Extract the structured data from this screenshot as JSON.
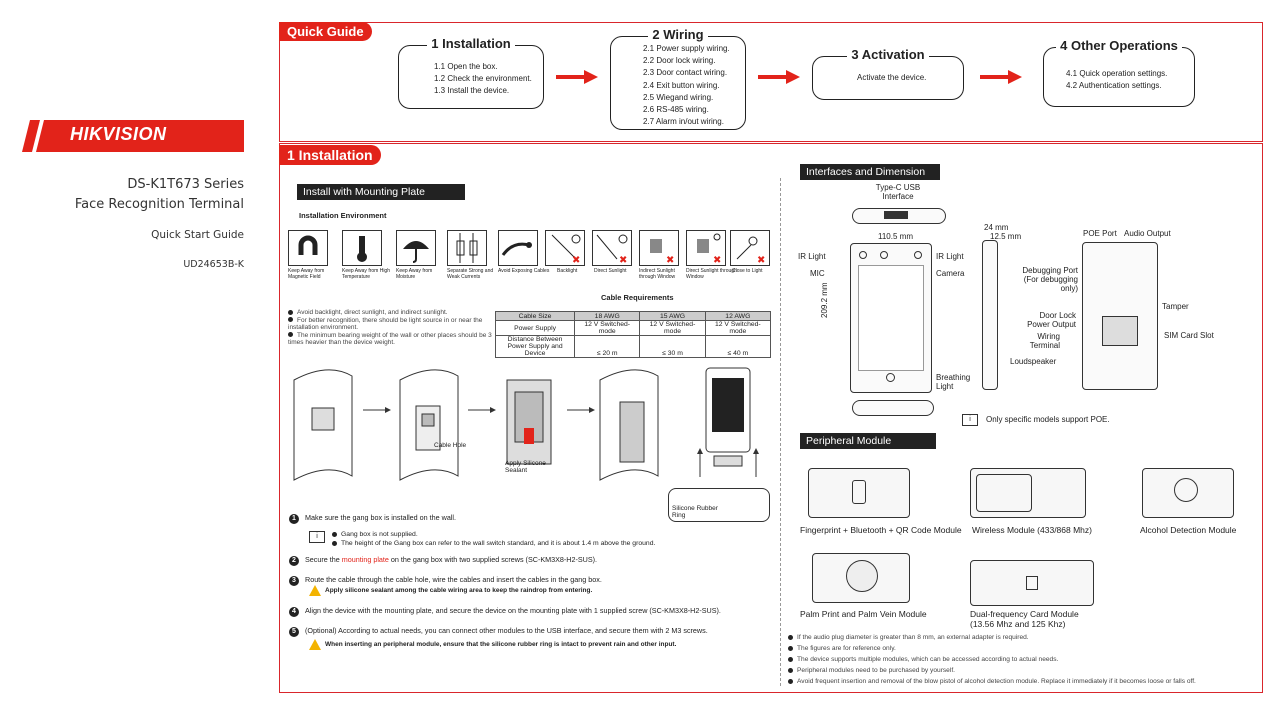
{
  "brand": {
    "logo_text": "HIKVISION",
    "color": "#e2231a",
    "series": "DS-K1T673 Series",
    "product": "Face Recognition Terminal",
    "guide": "Quick Start Guide",
    "doc_id": "UD24653B-K"
  },
  "quick_guide": {
    "tag": "Quick Guide",
    "steps": [
      {
        "title": "1 Installation",
        "items": [
          "1.1 Open the box.",
          "1.2 Check the environment.",
          "1.3 Install the device."
        ]
      },
      {
        "title": "2 Wiring",
        "items": [
          "2.1 Power supply wiring.",
          "2.2 Door lock wiring.",
          "2.3 Door contact wiring.",
          "2.4 Exit button wiring.",
          "2.5 Wiegand wiring.",
          "2.6 RS-485 wiring.",
          "2.7 Alarm in/out wiring."
        ]
      },
      {
        "title": "3 Activation",
        "items": [
          "Activate the device."
        ]
      },
      {
        "title": "4 Other Operations",
        "items": [
          "4.1 Quick operation settings.",
          "4.2 Authentication settings."
        ]
      }
    ]
  },
  "installation": {
    "tag": "1 Installation",
    "mount_header": "Install with Mounting Plate",
    "env_title": "Installation Environment",
    "env_icons": [
      {
        "icon": "magnet-icon",
        "label": "Keep Away from Magnetic Field"
      },
      {
        "icon": "thermometer-icon",
        "label": "Keep Away from High Temperature"
      },
      {
        "icon": "umbrella-icon",
        "label": "Keep Away from Moisture"
      },
      {
        "icon": "wire-icon",
        "label": "Separate Strong and Weak Currents"
      },
      {
        "icon": "cable-icon",
        "label": "Avoid Exposing Cables"
      },
      {
        "icon": "backlight-icon",
        "label": "Backlight"
      },
      {
        "icon": "sun-icon",
        "label": "Direct Sunlight"
      },
      {
        "icon": "window-icon",
        "label": "Indirect Sunlight through Window"
      },
      {
        "icon": "window-sun-icon",
        "label": "Direct Sunlight through Window"
      },
      {
        "icon": "light-icon",
        "label": "Close to Light"
      }
    ],
    "env_notes": [
      "Avoid backlight, direct sunlight, and indirect sunlight.",
      "For better recognition, there should be light source in or near the installation environment.",
      "The minimum bearing weight of the wall or other places should be 3 times heavier than the device weight."
    ],
    "cable_table": {
      "title": "Cable Requirements",
      "headers": [
        "Cable Size",
        "18 AWG",
        "15 AWG",
        "12 AWG"
      ],
      "row1": [
        "Power Supply",
        "12 V Switched-mode",
        "12 V Switched-mode",
        "12 V Switched-mode"
      ],
      "row2_label_a": "Distance Between",
      "row2_label_b": "Power Supply and Device",
      "row2": [
        "≤  20 m",
        "≤  30 m",
        "≤  40 m"
      ]
    },
    "diagram_labels": {
      "cable_hole": "Cable Hole",
      "apply_sealant": "Apply Silicone Sealant",
      "rubber_ring": "Silicone Rubber Ring"
    },
    "steps": {
      "s1": "Make sure the gang box is installed on the wall.",
      "s1_note_a": "Gang box is not supplied.",
      "s1_note_b": "The height of the Gang box can refer to the wall switch standard, and it is about 1.4 m above the ground.",
      "s2_a": "Secure the ",
      "s2_b": "mounting plate",
      "s2_c": " on the gang box with two supplied screws (SC-KM3X8-H2-SUS).",
      "s3": "Route the cable through the cable hole, wire the cables and insert the cables in the gang box.",
      "s3_warn": "Apply silicone sealant among the cable wiring area to keep the raindrop from entering.",
      "s4": "Align the device with the mounting plate, and secure the device on the mounting plate with 1 supplied screw (SC-KM3X8-H2-SUS).",
      "s5": "(Optional) According to actual needs, you can connect other modules to the USB interface, and secure them with 2 M3 screws.",
      "s5_warn": "When inserting an peripheral module, ensure that the silicone rubber ring is intact to prevent rain and other input."
    }
  },
  "interfaces": {
    "header": "Interfaces and Dimension",
    "labels": {
      "typec": "Type-C USB Interface",
      "width": "110.5 mm",
      "height": "209.2 mm",
      "depth1": "24 mm",
      "depth2": "12.5 mm",
      "ir_left": "IR Light",
      "ir_right": "IR Light",
      "mic": "MIC",
      "camera": "Camera",
      "breathing": "Breathing Light",
      "loudspeaker": "Loudspeaker",
      "poe": "POE Port",
      "audio": "Audio Output",
      "debug": "Debugging Port (For debugging only)",
      "tamper": "Tamper",
      "doorlock": "Door Lock Power Output",
      "wiring": "Wiring Terminal",
      "sim": "SIM Card Slot"
    },
    "poe_note": "Only specific models support POE."
  },
  "peripheral": {
    "header": "Peripheral Module",
    "modules": [
      "Fingerprint + Bluetooth + QR Code Module",
      "Wireless Module (433/868 Mhz)",
      "Alcohol Detection Module",
      "Palm Print and Palm Vein Module",
      "Dual-frequency Card Module",
      "(13.56 Mhz and 125 Khz)"
    ],
    "notes": [
      "If the audio plug diameter is greater than 8 mm, an external adapter is required.",
      "The figures are for reference only.",
      "The device supports multiple modules, which can be accessed according to actual needs.",
      "Peripheral modules need to be purchased by yourself.",
      "Avoid frequent insertion and removal of the blow pistol of alcohol detection module. Replace it immediately if it becomes loose or falls off."
    ]
  }
}
